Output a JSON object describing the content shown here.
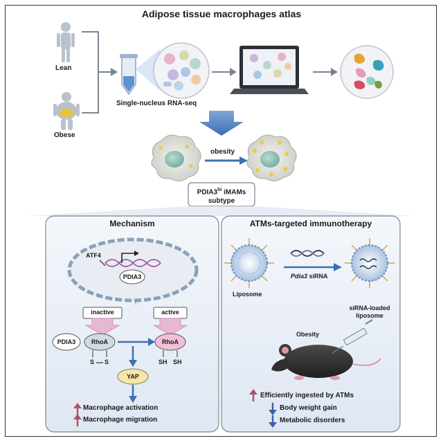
{
  "title": "Adipose tissue macrophages atlas",
  "top": {
    "lean_label": "Lean",
    "obese_label": "Obese",
    "seq_label": "Single-nucleus RNA-seq",
    "obesity_label": "obesity",
    "subtype_line1": "PDIA3",
    "subtype_sup": "hi",
    "subtype_line1_rest": " iMAMs",
    "subtype_line2": "subtype"
  },
  "mechanism": {
    "title": "Mechanism",
    "atf4": "ATF4",
    "pdia3_gene": "PDIA3",
    "inactive": "inactive",
    "active": "active",
    "pdia3_protein": "PDIA3",
    "rhoa_left": "RhoA",
    "rhoa_right": "RhoA",
    "s_left": "S",
    "s_right": "S",
    "sh_left": "SH",
    "sh_right": "SH",
    "yap": "YAP",
    "outcome1": "Macrophage activation",
    "outcome2": "Macrophage migration"
  },
  "therapy": {
    "title": "ATMs-targeted immunotherapy",
    "liposome": "Liposome",
    "sirna_italic": "Pdia3",
    "sirna_rest": " siRNA",
    "loaded_line1": "siRNA-loaded",
    "loaded_line2": "liposome",
    "obesity": "Obesity",
    "effect1": "Efficiently ingested by ATMs",
    "effect2": "Body weight gain",
    "effect3": "Metabolic disorders"
  },
  "colors": {
    "arrow_blue": "#3b6fb3",
    "up_arrow": "#b0506a",
    "down_arrow": "#3b5fa8",
    "panel_bg": "#e9eef6",
    "pink": "#d9a0c0"
  }
}
